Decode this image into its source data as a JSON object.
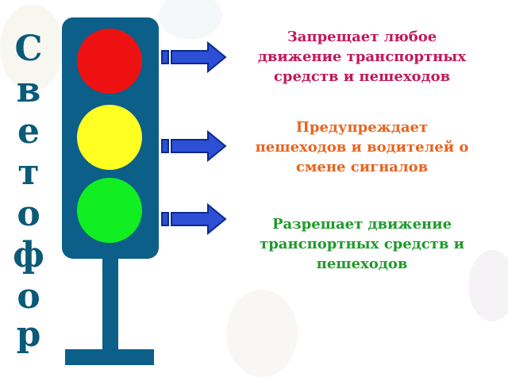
{
  "title": {
    "letters": [
      "С",
      "в",
      "е",
      "т",
      "о",
      "ф",
      "о",
      "р"
    ]
  },
  "lights": [
    {
      "name": "red",
      "color": "#ee1111"
    },
    {
      "name": "yellow",
      "color": "#ffff22"
    },
    {
      "name": "green",
      "color": "#11ee22"
    }
  ],
  "descriptions": {
    "red": {
      "line1": "Запрещает любое",
      "line2": "движение транспортных",
      "line3": "средств и пешеходов",
      "color": "#c2185b"
    },
    "yellow": {
      "line1": "Предупреждает",
      "line2": "пешеходов и водителей о",
      "line3": "смене сигналов",
      "color": "#e8641e"
    },
    "green": {
      "line1": "Разрешает движение",
      "line2": "транспортных средств и",
      "line3": "пешеходов",
      "color": "#1f9a2a"
    }
  },
  "colors": {
    "traffic_light_body": "#0b5f88",
    "title_letters": "#0a5a78",
    "arrow_fill": "#2d4fd6",
    "arrow_stroke": "#0b2a8a"
  }
}
